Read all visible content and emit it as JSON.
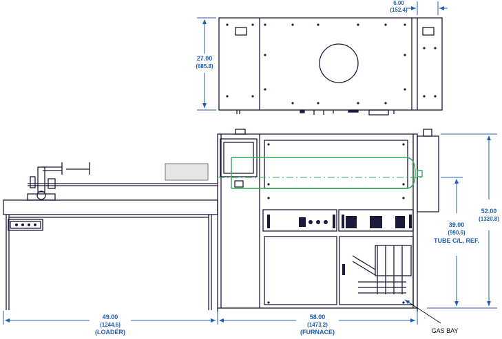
{
  "colors": {
    "outline": "#1a1a3a",
    "dimension": "#1f5fb4",
    "tube": "#2fa84f",
    "background": "#ffffff"
  },
  "dimensions": {
    "top_width": {
      "inch": "6.00",
      "mm": "(152.4)"
    },
    "top_depth": {
      "inch": "27.00",
      "mm": "(685.8)"
    },
    "total_height": {
      "inch": "52.00",
      "mm": "(1320.8)"
    },
    "tube_cl": {
      "inch": "39.00",
      "mm": "(990.6)",
      "ref": "TUBE C/L, REF."
    },
    "loader": {
      "inch": "49.00",
      "mm": "(1244.6)",
      "name": "(LOADER)"
    },
    "furnace": {
      "inch": "58.00",
      "mm": "(1473.2)",
      "name": "(FURNACE)"
    }
  },
  "callouts": {
    "gas_bay": "GAS BAY"
  }
}
